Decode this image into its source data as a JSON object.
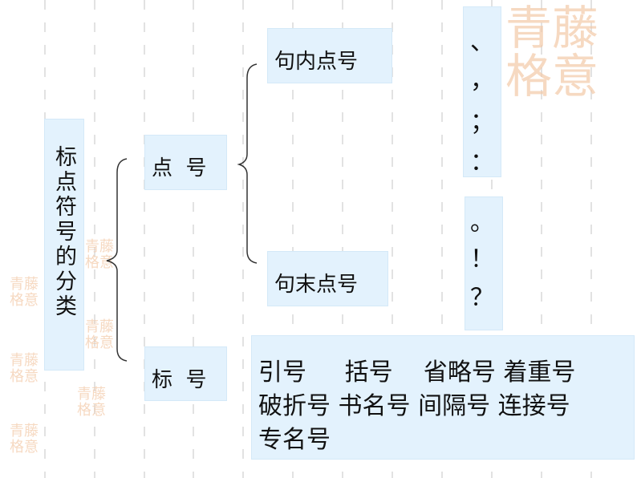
{
  "title": "标点符号的分类",
  "level1": {
    "dianhao": "点  号",
    "biaohao": "标  号"
  },
  "level2": {
    "junei": "句内点号",
    "jumo": "句末点号"
  },
  "junei_marks": [
    "、",
    "，",
    "；",
    "："
  ],
  "jumo_marks": [
    "。",
    "！",
    "？"
  ],
  "biaohao_items": [
    "引号     括号    省略号 着重号",
    "破折号 书名号 间隔号 连接号",
    "专名号"
  ],
  "seal_text": "青藤格意",
  "colors": {
    "box_fill": "#e3f2fd",
    "seal": "#f3c9a8"
  }
}
